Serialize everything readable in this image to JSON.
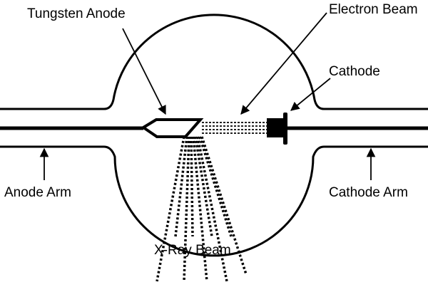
{
  "labels": {
    "tungsten_anode": "Tungsten Anode",
    "electron_beam": "Electron Beam",
    "cathode": "Cathode",
    "anode_arm": "Anode Arm",
    "cathode_arm": "Cathode Arm",
    "xray_beam": "X-Ray Beam"
  },
  "colors": {
    "stroke": "#000000",
    "background": "#ffffff"
  }
}
